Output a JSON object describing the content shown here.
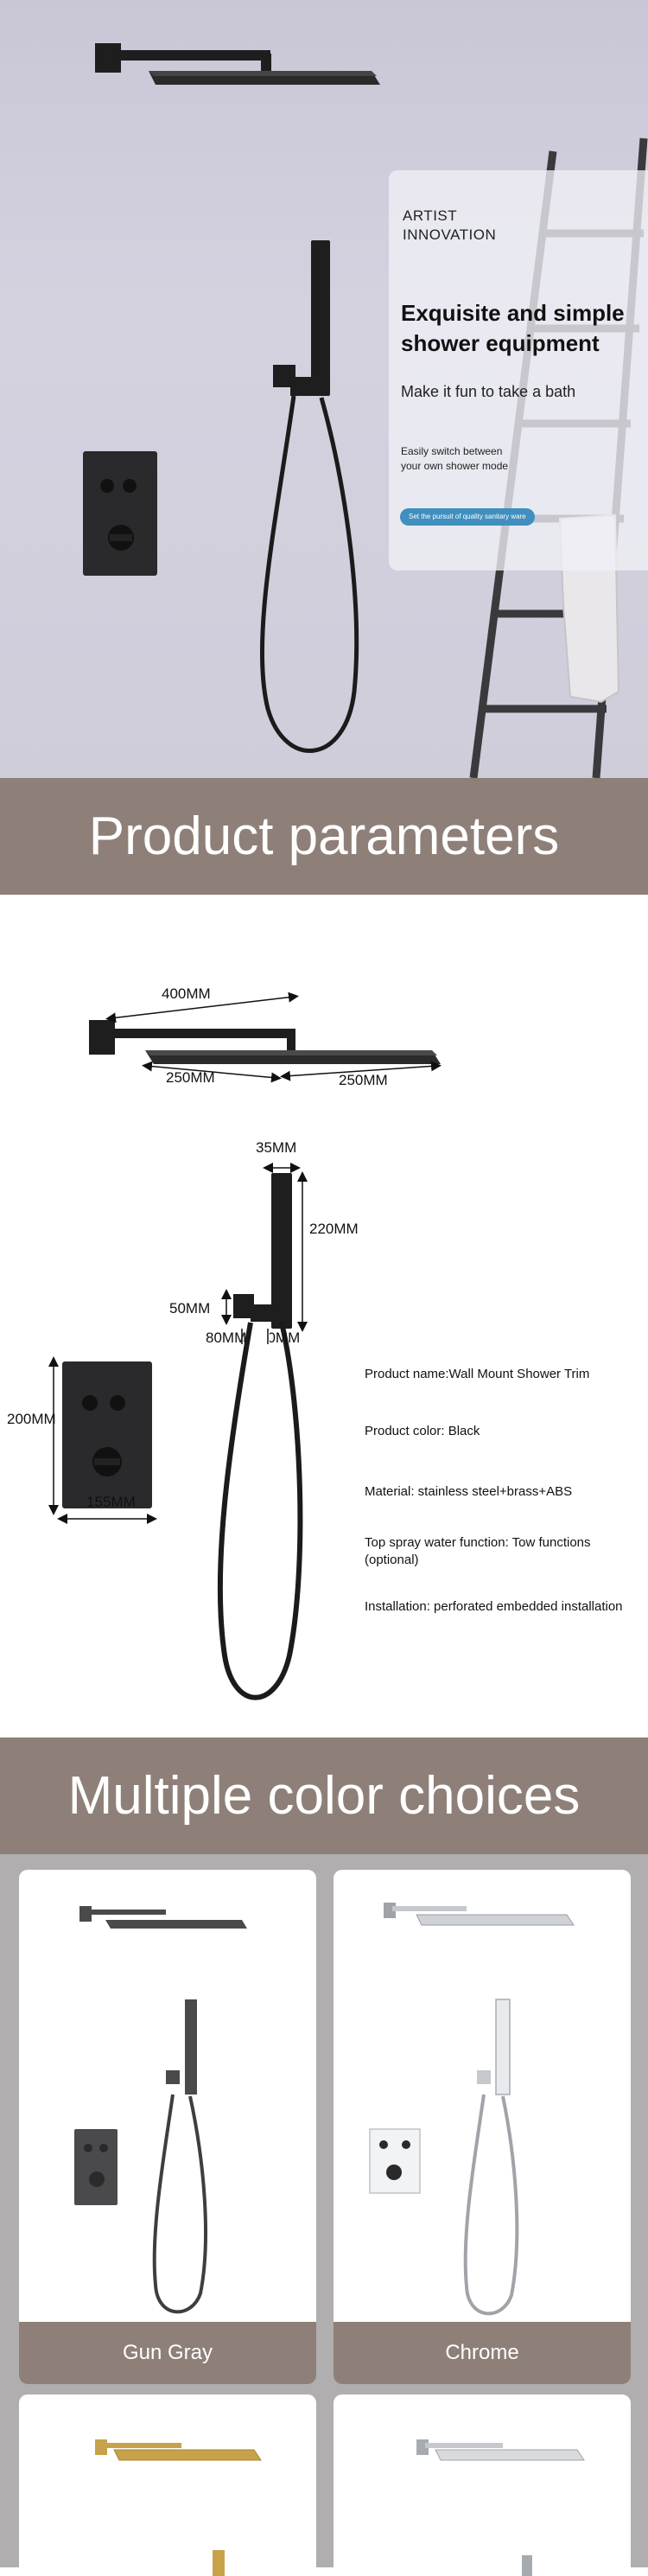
{
  "hero": {
    "brand_line1": "ARTIST",
    "brand_line2": "INNOVATION",
    "headline_line1": "Exquisite and simple",
    "headline_line2": "shower equipment",
    "tagline": "Make it fun to take a bath",
    "desc_line1": "Easily switch between",
    "desc_line2": "your own shower mode",
    "pill": "Set the pursuit of quality sanitary ware"
  },
  "parameters": {
    "title": "Product parameters",
    "dims": {
      "arm": "400MM",
      "head_left": "250MM",
      "head_right": "250MM",
      "handle_width": "35MM",
      "handle_length": "220MM",
      "holder": "50MM",
      "holder_left": "80MM",
      "holder_right": "80MM",
      "valve_height": "200MM",
      "valve_width": "155MM"
    },
    "specs": [
      "Product name:Wall Mount Shower Trim",
      "Product color:  Black",
      "Material: stainless steel+brass+ABS",
      "Top spray water function: Tow functions (optional)",
      "Installation: perforated embedded installation"
    ]
  },
  "colors": {
    "title": "Multiple color choices",
    "options": [
      "Gun Gray",
      "Chrome"
    ]
  },
  "palette": {
    "banner": "#8e8078",
    "matte_black": "#1e1e1e",
    "gun_gray": "#4a4a4c",
    "chrome": "#d8dade",
    "gold": "#c8a24a",
    "pill_blue": "#3f8fbf"
  }
}
